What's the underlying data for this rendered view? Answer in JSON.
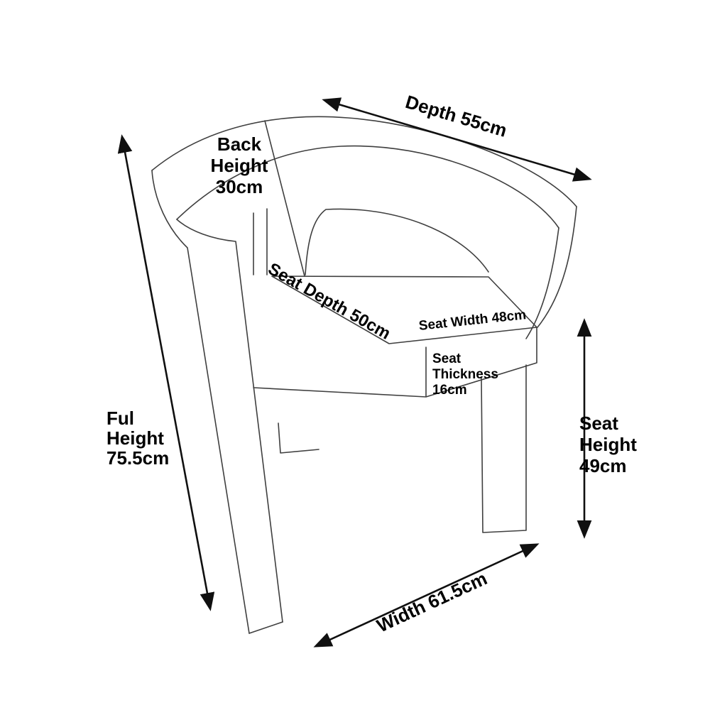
{
  "page": {
    "background": "#ffffff"
  },
  "diagram": {
    "subject": "tub-chair-dimension-line-drawing",
    "colors": {
      "outline": "#3f3f3f",
      "arrows": "#101010",
      "text": "#000000"
    },
    "labels": {
      "depth": "Depth 55cm",
      "back_height": [
        "Back",
        "Height",
        "30cm"
      ],
      "full_height": [
        "Ful",
        "Height",
        "75.5cm"
      ],
      "seat_depth": "Seat Depth 50cm",
      "seat_width": "Seat Width 48cm",
      "seat_thickness": [
        "Seat",
        "Thickness",
        "16cm"
      ],
      "seat_height": [
        "Seat",
        "Height",
        "49cm"
      ],
      "width": "Width 61.5cm"
    }
  }
}
